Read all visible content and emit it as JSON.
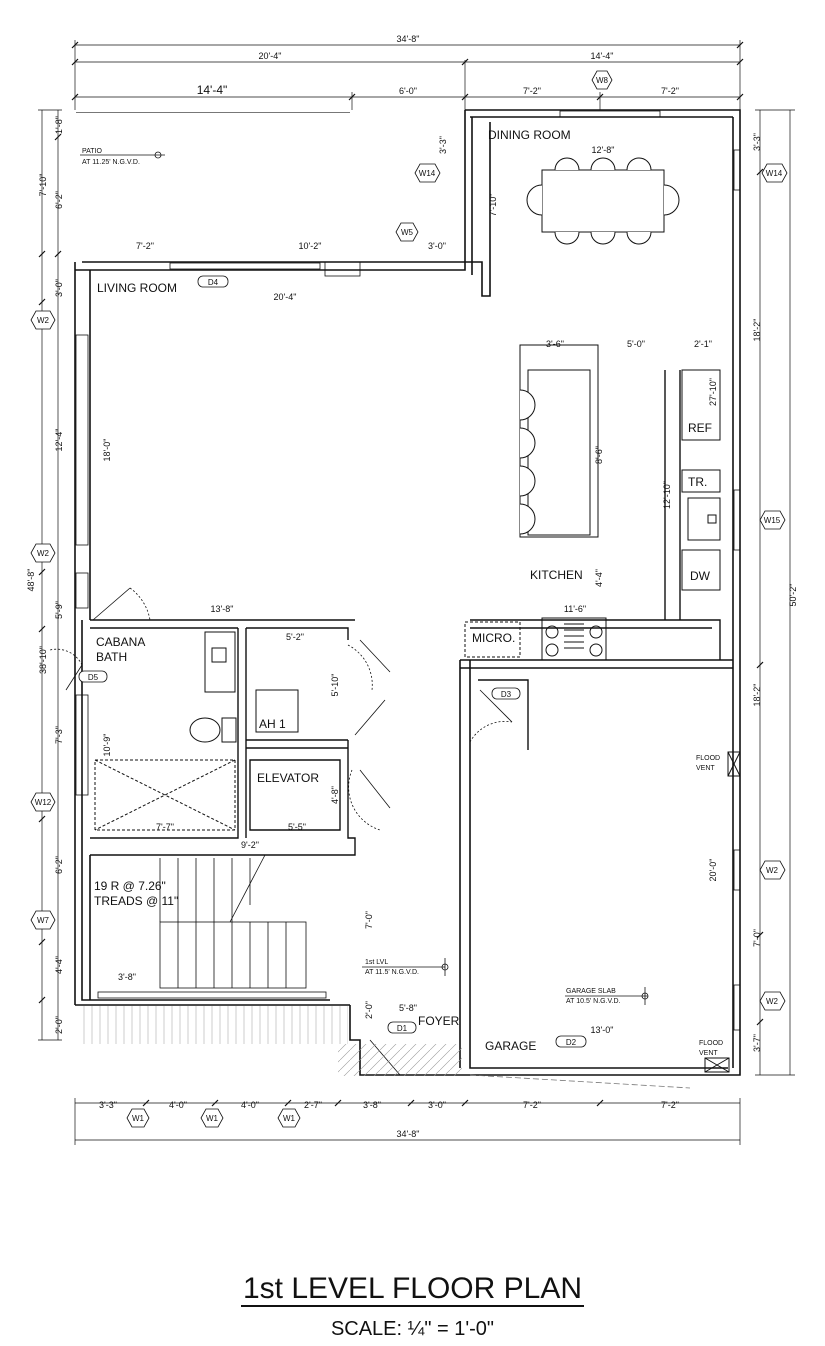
{
  "title": "1st LEVEL FLOOR PLAN",
  "scale": "SCALE: ¼\" = 1'-0\"",
  "rooms": {
    "patio": "PATIO",
    "patio_elev": "AT 11.25' N.G.V.D.",
    "dining": "DINING ROOM",
    "living": "LIVING ROOM",
    "kitchen": "KITCHEN",
    "cabana1": "CABANA",
    "cabana2": "BATH",
    "ah": "AH 1",
    "elevator": "ELEVATOR",
    "micro": "MICRO.",
    "ref": "REF",
    "tr": "TR.",
    "dw": "DW",
    "foyer": "FOYER",
    "garage": "GARAGE",
    "stairs1": "19 R @ 7.26\"",
    "stairs2": "TREADS @ 11\"",
    "lvl1": "1st LVL",
    "lvl1_elev": "AT 11.5' N.G.V.D.",
    "slab": "GARAGE SLAB",
    "slab_elev": "AT 10.5' N.G.V.D.",
    "flood1a": "FLOOD",
    "flood1b": "VENT",
    "flood2a": "FLOOD",
    "flood2b": "VENT"
  },
  "tags": {
    "w8": "W8",
    "w14a": "W14",
    "w14b": "W14",
    "w5": "W5",
    "d4": "D4",
    "w2a": "W2",
    "w2b": "W2",
    "w2c": "W2",
    "w2d": "W2",
    "w15": "W15",
    "d5": "D5",
    "d3": "D3",
    "w12": "W12",
    "w7": "W7",
    "d1": "D1",
    "d2": "D2",
    "w1a": "W1",
    "w1b": "W1",
    "w1c": "W1"
  },
  "dims": {
    "top_overall": "34'-8\"",
    "top_left": "20'-4\"",
    "top_right": "14'-4\"",
    "top2_a": "14'-4\"",
    "top2_b": "6'-0\"",
    "top2_c": "7'-2\"",
    "top2_d": "7'-2\"",
    "left_1": "1'-8\"",
    "left_2": "6'-2\"",
    "left_7_10": "7'-10\"",
    "left_3": "3'-0\"",
    "left_12_4": "12'-4\"",
    "left_5_9": "5'-9\"",
    "left_38_10": "38'-10\"",
    "left_48_8": "48'-8\"",
    "left_7_3": "7'-3\"",
    "left_6_2": "6'-2\"",
    "left_4_4": "4'-4\"",
    "left_2_0": "2'-0\"",
    "patio_a": "7'-2\"",
    "patio_b": "10'-2\"",
    "patio_c": "3'-0\"",
    "patio_v": "3'-3\"",
    "dining_w": "12'-8\"",
    "dining_h": "7'-10\"",
    "right_3_3": "3'-3\"",
    "right_18_2a": "18'-2\"",
    "right_18_2b": "18'-2\"",
    "right_50_2": "50'-2\"",
    "right_7_0": "7'-0\"",
    "right_3_7": "3'-7\"",
    "living_w": "20'-4\"",
    "living_h": "18'-0\"",
    "k_a": "3'-6\"",
    "k_b": "5'-0\"",
    "k_c": "2'-1\"",
    "k_27": "27'-10\"",
    "k_8_6": "8'-6\"",
    "k_12_10": "12'-10\"",
    "k_4_4": "4'-4\"",
    "k_11_6": "11'-6\"",
    "bath_w": "13'-8\"",
    "ah_w": "5'-2\"",
    "ah_h": "5'-10\"",
    "bath_h": "10'-9\"",
    "elev_h": "4'-8\"",
    "bath_b": "7'-7\"",
    "elev_b": "5'-5\"",
    "hall": "9'-2\"",
    "stair_v": "7'-0\"",
    "stair_w": "3'-8\"",
    "foyer_v": "2'-0\"",
    "foyer_w": "5'-8\"",
    "garage_v": "20'-0\"",
    "garage_w": "13'-0\"",
    "bot_a": "3'-3\"",
    "bot_b": "4'-0\"",
    "bot_c": "4'-0\"",
    "bot_d": "2'-7\"",
    "bot_e": "3'-8\"",
    "bot_f": "3'-0\"",
    "bot_g": "7'-2\"",
    "bot_h": "7'-2\"",
    "bot_overall": "34'-8\""
  }
}
